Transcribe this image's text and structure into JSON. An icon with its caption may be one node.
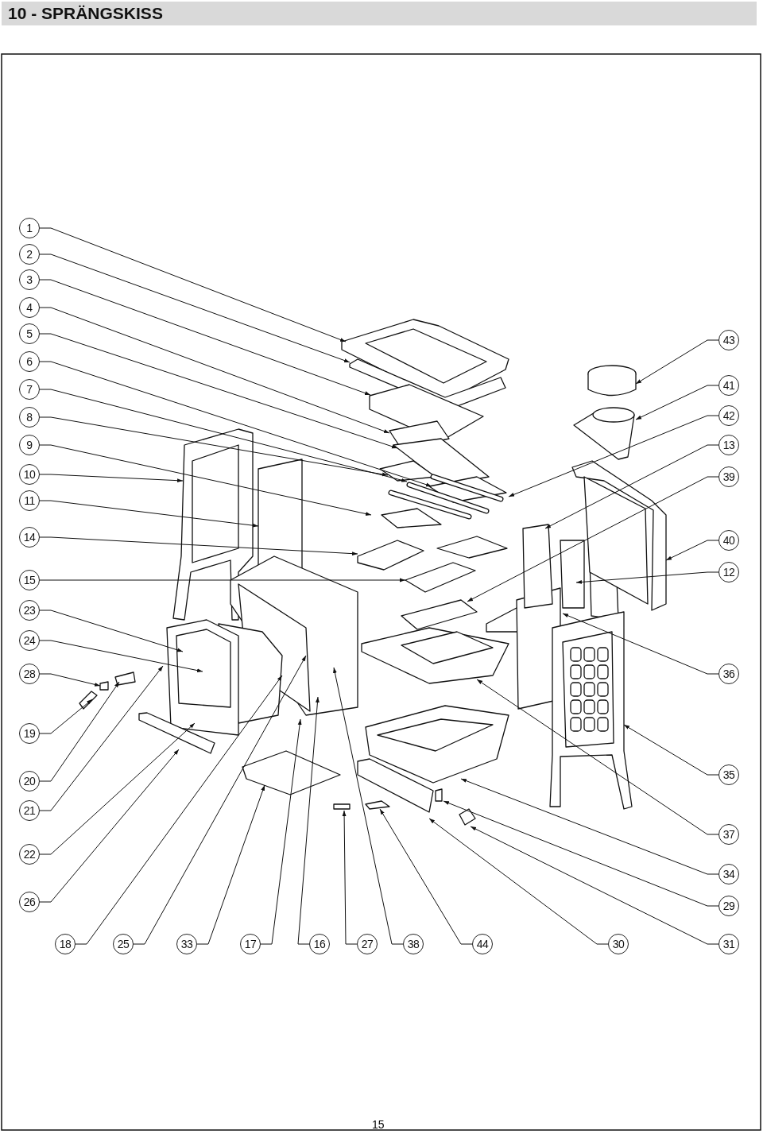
{
  "diagram": {
    "title": "10 - SPRÄNGSKISS",
    "nodes": [
      {
        "text": [
          "1"
        ]
      },
      {
        "text": [
          "2"
        ]
      },
      {
        "text": [
          "3"
        ]
      },
      {
        "text": [
          "4"
        ]
      },
      {
        "text": [
          "5"
        ]
      },
      {
        "text": [
          "6"
        ]
      },
      {
        "text": [
          "7"
        ]
      },
      {
        "text": [
          "8"
        ]
      },
      {
        "text": [
          "9"
        ]
      },
      {
        "text": [
          "10"
        ]
      },
      {
        "text": [
          "11"
        ]
      },
      {
        "text": [
          "14"
        ]
      },
      {
        "text": [
          "15"
        ]
      },
      {
        "text": [
          "23"
        ]
      },
      {
        "text": [
          "24"
        ]
      },
      {
        "text": [
          "28"
        ]
      },
      {
        "text": [
          "19"
        ]
      },
      {
        "text": [
          "20"
        ]
      },
      {
        "text": [
          "21"
        ]
      },
      {
        "text": [
          "22"
        ]
      },
      {
        "text": [
          "26"
        ]
      },
      {
        "text": [
          "43"
        ]
      },
      {
        "text": [
          "41"
        ]
      },
      {
        "text": [
          "42"
        ]
      },
      {
        "text": [
          "13"
        ]
      },
      {
        "text": [
          "39"
        ]
      },
      {
        "text": [
          "40"
        ]
      },
      {
        "text": [
          "12"
        ]
      },
      {
        "text": [
          "36"
        ]
      },
      {
        "text": [
          "35"
        ]
      },
      {
        "text": [
          "37"
        ]
      },
      {
        "text": [
          "34"
        ]
      },
      {
        "text": [
          "29"
        ]
      },
      {
        "text": [
          "18"
        ]
      },
      {
        "text": [
          "25"
        ]
      },
      {
        "text": [
          "33"
        ]
      },
      {
        "text": [
          "17"
        ]
      },
      {
        "text": [
          "16"
        ]
      },
      {
        "text": [
          "27"
        ]
      },
      {
        "text": [
          "38"
        ]
      },
      {
        "text": [
          "44"
        ]
      },
      {
        "text": [
          "30"
        ]
      },
      {
        "text": [
          "31"
        ]
      }
    ],
    "edges": [
      {
        "from": 0,
        "to": null,
        "arrow": "to"
      },
      {
        "from": 1,
        "to": null,
        "arrow": "to"
      },
      {
        "from": 2,
        "to": null,
        "arrow": "to"
      },
      {
        "from": 3,
        "to": null,
        "arrow": "to"
      },
      {
        "from": 4,
        "to": null,
        "arrow": "to"
      },
      {
        "from": 5,
        "to": null,
        "arrow": "to"
      },
      {
        "from": 6,
        "to": null,
        "arrow": "to"
      },
      {
        "from": 7,
        "to": null,
        "arrow": "to"
      },
      {
        "from": 8,
        "to": null,
        "arrow": "to"
      },
      {
        "from": 9,
        "to": null,
        "arrow": "to"
      },
      {
        "from": 10,
        "to": null,
        "arrow": "to"
      },
      {
        "from": 11,
        "to": null,
        "arrow": "to"
      },
      {
        "from": 12,
        "to": null,
        "arrow": "to"
      },
      {
        "from": 13,
        "to": null,
        "arrow": "to"
      },
      {
        "from": 14,
        "to": null,
        "arrow": "to"
      },
      {
        "from": 15,
        "to": null,
        "arrow": "to"
      },
      {
        "from": 16,
        "to": null,
        "arrow": "to"
      },
      {
        "from": 17,
        "to": null,
        "arrow": "to"
      },
      {
        "from": 18,
        "to": null,
        "arrow": "to"
      },
      {
        "from": 19,
        "to": null,
        "arrow": "to"
      },
      {
        "from": 20,
        "to": null,
        "arrow": "to"
      },
      {
        "from": 21,
        "to": null,
        "arrow": "to"
      },
      {
        "from": 22,
        "to": null,
        "arrow": "to"
      },
      {
        "from": 23,
        "to": null,
        "arrow": "to"
      },
      {
        "from": 24,
        "to": null,
        "arrow": "to"
      },
      {
        "from": 25,
        "to": null,
        "arrow": "to"
      },
      {
        "from": 26,
        "to": null,
        "arrow": "to"
      },
      {
        "from": 27,
        "to": null,
        "arrow": "to"
      },
      {
        "from": 28,
        "to": null,
        "arrow": "to"
      },
      {
        "from": 29,
        "to": null,
        "arrow": "to"
      },
      {
        "from": 30,
        "to": null,
        "arrow": "to"
      },
      {
        "from": 31,
        "to": null,
        "arrow": "to"
      },
      {
        "from": 32,
        "to": null,
        "arrow": "to"
      },
      {
        "from": 33,
        "to": null,
        "arrow": "to"
      },
      {
        "from": 34,
        "to": null,
        "arrow": "to"
      },
      {
        "from": 35,
        "to": null,
        "arrow": "to"
      },
      {
        "from": 36,
        "to": null,
        "arrow": "to"
      },
      {
        "from": 37,
        "to": null,
        "arrow": "to"
      },
      {
        "from": 38,
        "to": null,
        "arrow": "to"
      },
      {
        "from": 39,
        "to": null,
        "arrow": "to"
      },
      {
        "from": 40,
        "to": null,
        "arrow": "to"
      },
      {
        "from": 41,
        "to": null,
        "arrow": "to"
      },
      {
        "from": 42,
        "to": null,
        "arrow": "to"
      }
    ],
    "labels": [
      "15"
    ]
  }
}
